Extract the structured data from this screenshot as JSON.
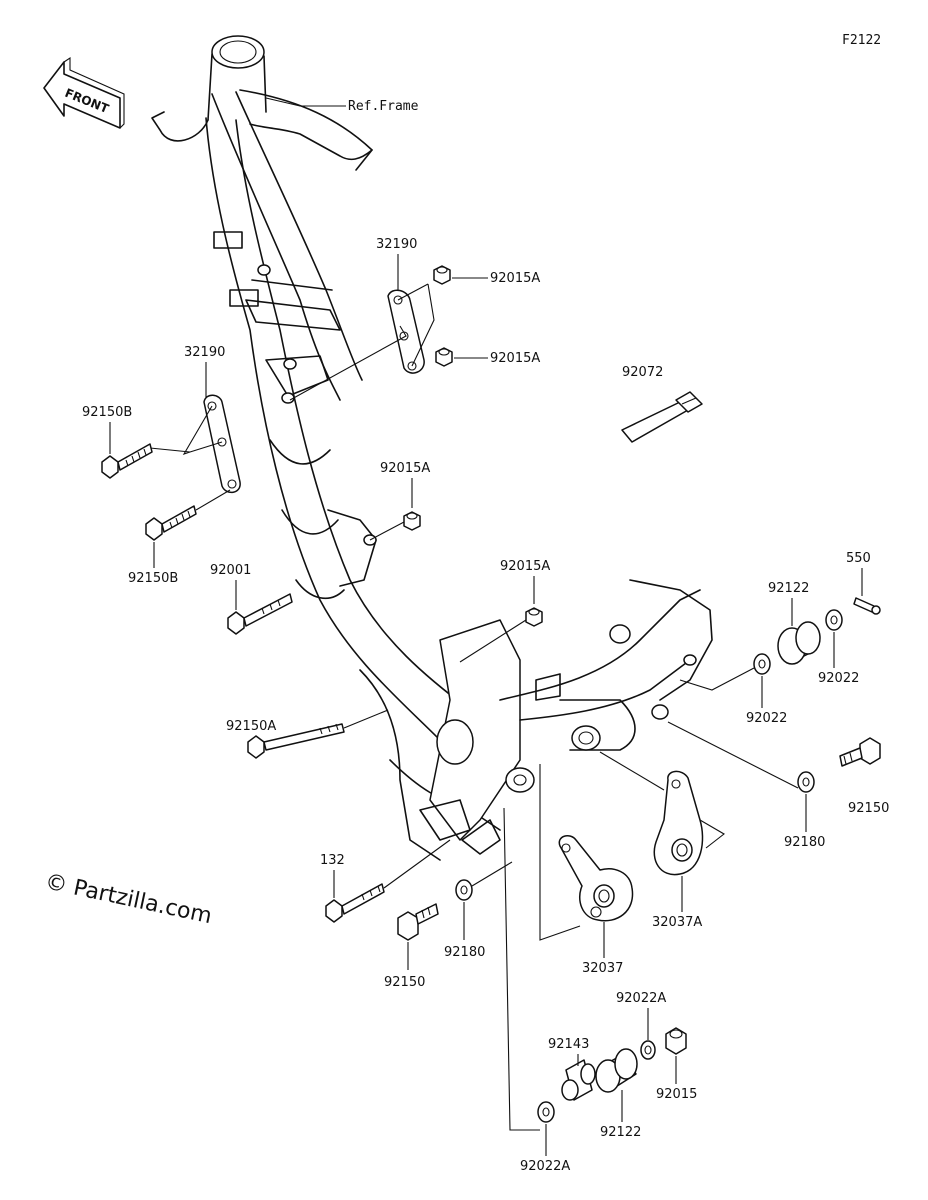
{
  "diagram_code": "F2122",
  "front_label": "FRONT",
  "ref_frame": "Ref.Frame",
  "watermark": "© Partzilla.com",
  "labels": {
    "p32190_upper": "32190",
    "p32190_lower": "32190",
    "p92015A_1": "92015A",
    "p92015A_2": "92015A",
    "p92015A_3": "92015A",
    "p92015A_4": "92015A",
    "p92072": "92072",
    "p92150B_1": "92150B",
    "p92150B_2": "92150B",
    "p92001": "92001",
    "p550": "550",
    "p92122_right": "92122",
    "p92022_right": "92022",
    "p92022_mid": "92022",
    "p92150A": "92150A",
    "p92150_right": "92150",
    "p92180_right": "92180",
    "p132": "132",
    "p92150_bottom": "92150",
    "p92180_bottom": "92180",
    "p32037": "32037",
    "p32037A": "32037A",
    "p92022A_top": "92022A",
    "p92143": "92143",
    "p92015": "92015",
    "p92122_bottom": "92122",
    "p92022A_bottom": "92022A"
  }
}
